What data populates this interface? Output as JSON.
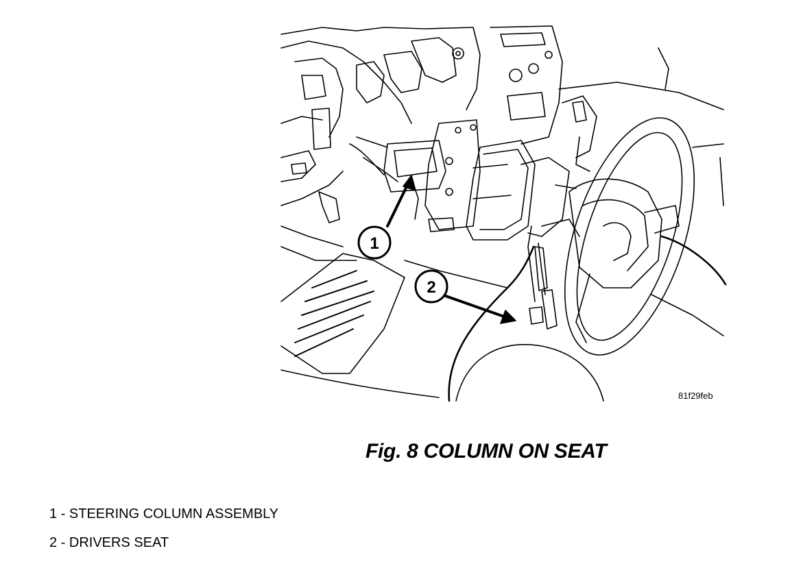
{
  "figure": {
    "code": "81f29feb",
    "caption": "Fig. 8 COLUMN ON SEAT",
    "callouts": [
      {
        "number": "1"
      },
      {
        "number": "2"
      }
    ]
  },
  "legend": [
    {
      "text": "1 - STEERING COLUMN ASSEMBLY"
    },
    {
      "text": "2 - DRIVERS SEAT"
    }
  ]
}
